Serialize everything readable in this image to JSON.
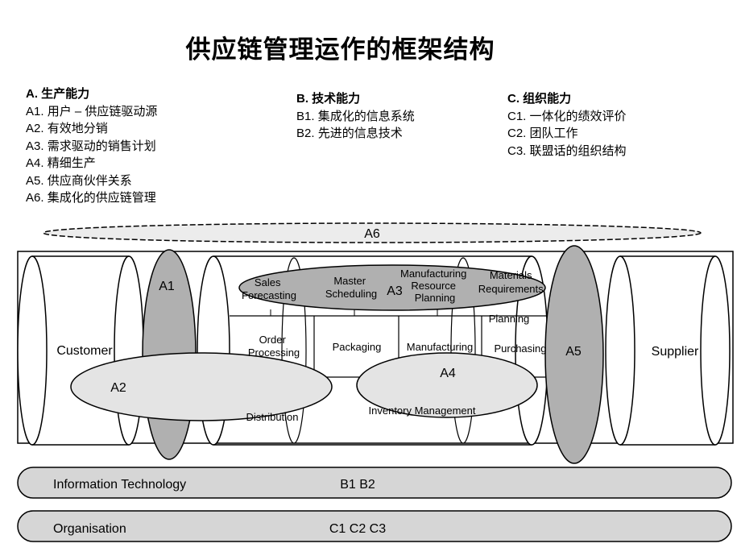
{
  "title": "供应链管理运作的框架结构",
  "capabilities": {
    "a": {
      "prefix": "A.",
      "heading": "生产能力",
      "items": [
        {
          "code": "A1.",
          "text": "用户 – 供应链驱动源"
        },
        {
          "code": "A2.",
          "text": "有效地分销"
        },
        {
          "code": "A3.",
          "text": "需求驱动的销售计划"
        },
        {
          "code": "A4.",
          "text": "精细生产"
        },
        {
          "code": "A5.",
          "text": "供应商伙伴关系"
        },
        {
          "code": "A6.",
          "text": "集成化的供应链管理"
        }
      ]
    },
    "b": {
      "prefix": "B.",
      "heading": "技术能力",
      "items": [
        {
          "code": "B1.",
          "text": "集成化的信息系统"
        },
        {
          "code": "B2.",
          "text": "先进的信息技术"
        }
      ]
    },
    "c": {
      "prefix": "C.",
      "heading": "组织能力",
      "items": [
        {
          "code": "C1.",
          "text": "一体化的绩效评价"
        },
        {
          "code": "C2.",
          "text": "团队工作"
        },
        {
          "code": "C3.",
          "text": "联盟话的组织结构"
        }
      ]
    }
  },
  "diagram": {
    "a6": "A6",
    "a1": "A1",
    "a2": "A2",
    "a3": "A3",
    "a4": "A4",
    "a5": "A5",
    "customer": "Customer",
    "supplier": "Supplier",
    "sales_forecasting": [
      "Sales",
      "Forecasting"
    ],
    "master_scheduling": [
      "Master",
      "Scheduling"
    ],
    "mrp": [
      "Manufacturing",
      "Resource",
      "Planning"
    ],
    "materials_req": [
      "Materials",
      "Requirements",
      "Planning"
    ],
    "order_processing": [
      "Order",
      "Processing"
    ],
    "packaging": "Packaging",
    "manufacturing": "Manufacturing",
    "purchasing": "Purchasing",
    "distribution": "Distribution",
    "inventory_management": "Inventory Management",
    "it_bar": "Information Technology",
    "it_codes": "B1 B2",
    "org_bar": "Organisation",
    "org_codes": "C1 C2 C3"
  },
  "colors": {
    "shaded": "#b0b0b0",
    "light": "#e4e4e4",
    "stroke": "#000000"
  }
}
